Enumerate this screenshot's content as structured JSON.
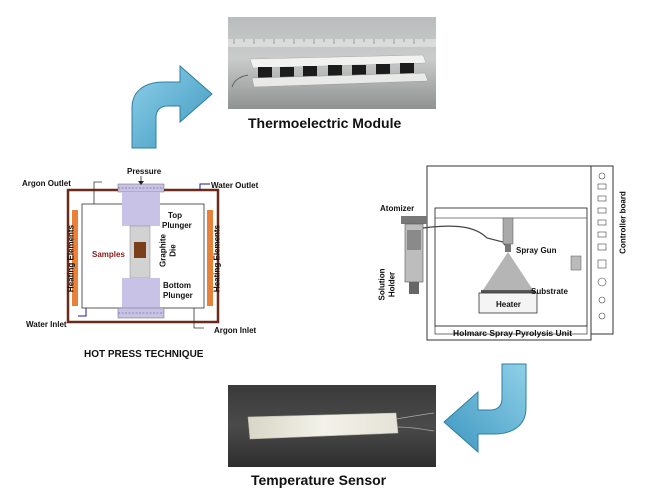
{
  "captions": {
    "module": "Thermoelectric Module",
    "sensor": "Temperature Sensor",
    "hot_press": "HOT PRESS TECHNIQUE"
  },
  "hot_press_labels": {
    "pressure": "Pressure",
    "argon_outlet": "Argon Outlet",
    "water_outlet": "Water Outlet",
    "top_plunger_1": "Top",
    "top_plunger_2": "Plunger",
    "samples": "Samples",
    "graphite_die": "Graphite\nDie",
    "graphite_1": "Graphite",
    "graphite_2": "Die",
    "heating_left": "Heating Elements",
    "heating_right": "Heating Elements",
    "bottom_plunger_1": "Bottom",
    "bottom_plunger_2": "Plunger",
    "water_inlet": "Water Inlet",
    "argon_inlet": "Argon Inlet"
  },
  "spray_labels": {
    "atomizer": "Atomizer",
    "spray_gun": "Spray Gun",
    "substrate": "Substrate",
    "heater": "Heater",
    "solution_holder_1": "Solution",
    "solution_holder_2": "Holder",
    "unit_name": "Holmarc Spray Pyrolysis Unit",
    "controller_board": "Controller board"
  },
  "colors": {
    "arrow": "#5aaed0",
    "frame": "#6b2a1a",
    "heating": "#e8823a",
    "plunger": "#c8c2e6",
    "sample": "#7a3e1a",
    "samples_text": "#8b1a1a"
  }
}
